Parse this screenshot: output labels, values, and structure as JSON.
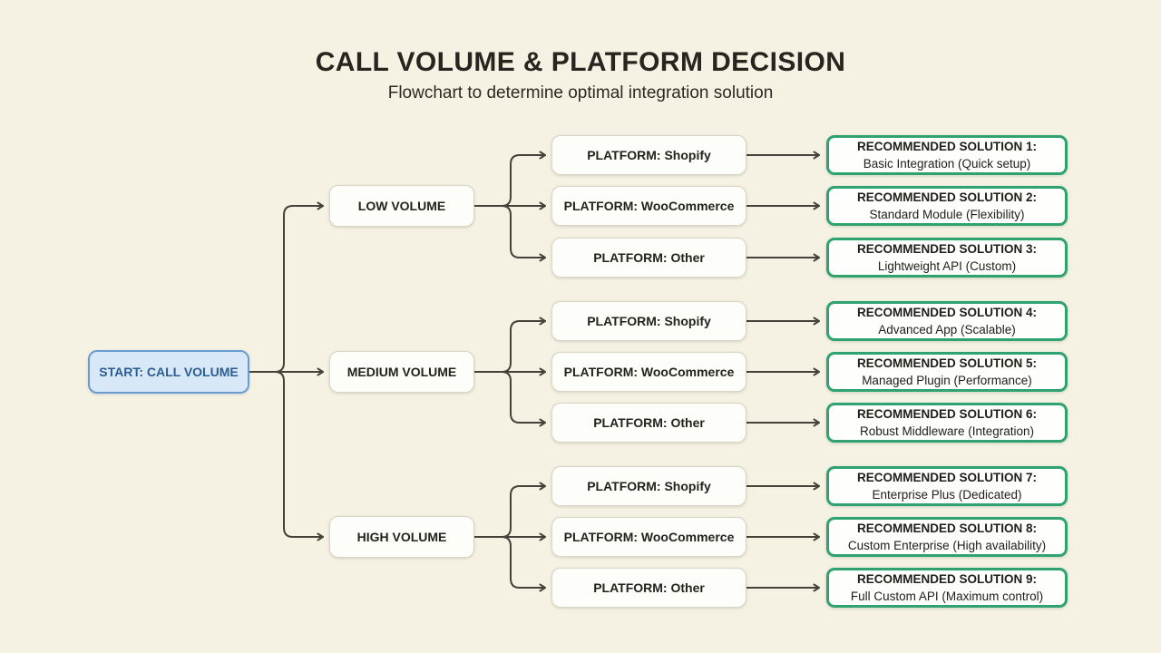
{
  "title": "CALL VOLUME & PLATFORM DECISION",
  "subtitle": "Flowchart to determine optimal integration solution",
  "colors": {
    "background": "#f5f2e3",
    "connector": "#46423a",
    "solution_border_green": "#2ea36f",
    "start_fill_blue": "#d8e8f8",
    "start_border_blue": "#6b9cd1",
    "start_text_blue": "#2a5d92",
    "node_fill": "#fdfdfa",
    "node_border": "#d8d5c8"
  },
  "start": {
    "label": "START: CALL VOLUME"
  },
  "branches": [
    {
      "volume": "LOW VOLUME",
      "rows": [
        {
          "platform": "PLATFORM: Shopify",
          "solution_title": "RECOMMENDED SOLUTION 1:",
          "solution_desc": "Basic Integration (Quick setup)"
        },
        {
          "platform": "PLATFORM: WooCommerce",
          "solution_title": "RECOMMENDED SOLUTION 2:",
          "solution_desc": "Standard Module (Flexibility)"
        },
        {
          "platform": "PLATFORM: Other",
          "solution_title": "RECOMMENDED SOLUTION 3:",
          "solution_desc": "Lightweight API (Custom)"
        }
      ]
    },
    {
      "volume": "MEDIUM VOLUME",
      "rows": [
        {
          "platform": "PLATFORM: Shopify",
          "solution_title": "RECOMMENDED SOLUTION 4:",
          "solution_desc": "Advanced App (Scalable)"
        },
        {
          "platform": "PLATFORM: WooCommerce",
          "solution_title": "RECOMMENDED SOLUTION 5:",
          "solution_desc": "Managed Plugin (Performance)"
        },
        {
          "platform": "PLATFORM: Other",
          "solution_title": "RECOMMENDED SOLUTION 6:",
          "solution_desc": "Robust Middleware (Integration)"
        }
      ]
    },
    {
      "volume": "HIGH VOLUME",
      "rows": [
        {
          "platform": "PLATFORM: Shopify",
          "solution_title": "RECOMMENDED SOLUTION 7:",
          "solution_desc": "Enterprise Plus (Dedicated)"
        },
        {
          "platform": "PLATFORM: WooCommerce",
          "solution_title": "RECOMMENDED SOLUTION 8:",
          "solution_desc": "Custom Enterprise (High availability)"
        },
        {
          "platform": "PLATFORM: Other",
          "solution_title": "RECOMMENDED SOLUTION 9:",
          "solution_desc": "Full Custom API (Maximum control)"
        }
      ]
    }
  ]
}
